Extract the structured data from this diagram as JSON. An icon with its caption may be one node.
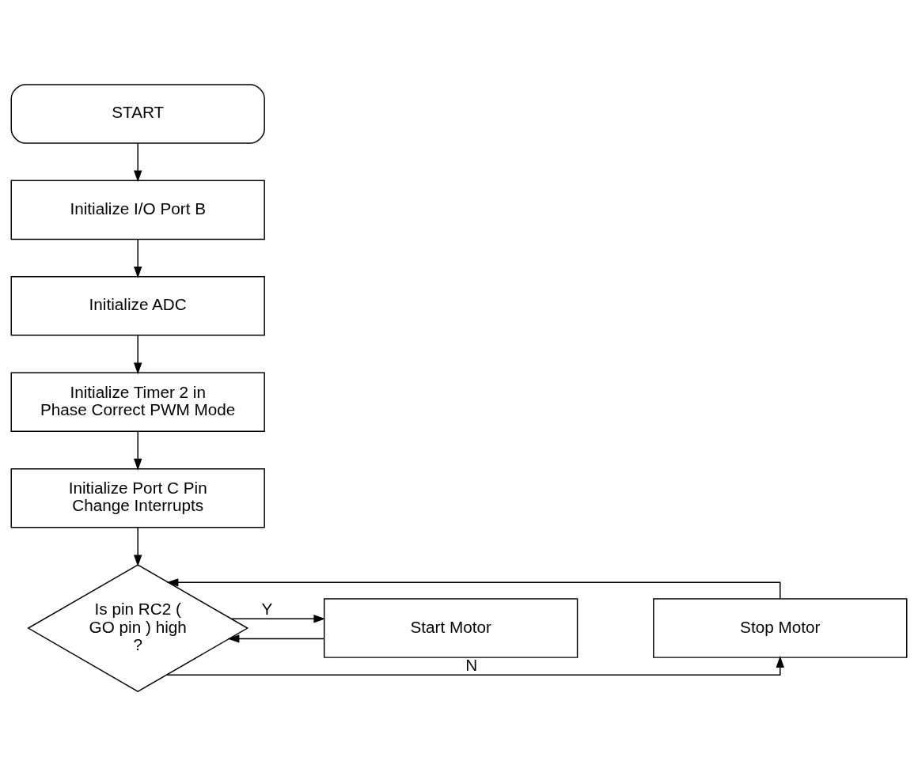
{
  "diagram": {
    "nodes": [
      {
        "text": [
          "START"
        ]
      },
      {
        "text": [
          "Initialize I/O Port B"
        ]
      },
      {
        "text": [
          "Initialize ADC"
        ]
      },
      {
        "text": [
          "Initialize Timer 2 in Phase Correct PWM Mode"
        ]
      },
      {
        "text": [
          "Initialize Port C Pin Change Interrupts"
        ]
      },
      {
        "text": [
          "Is pin RC2 ( GO pin ) high ?"
        ]
      },
      {
        "text": [
          "Stop Motor"
        ]
      },
      {
        "text": [
          "Start Motor"
        ]
      }
    ],
    "edges": [
      {
        "from": 0,
        "to": 1,
        "arrow": "to"
      },
      {
        "from": 1,
        "to": 2,
        "arrow": "to"
      },
      {
        "from": 2,
        "to": 3,
        "arrow": "to"
      },
      {
        "from": 3,
        "to": 4,
        "arrow": "to"
      },
      {
        "from": 4,
        "to": 5,
        "arrow": "to"
      },
      {
        "from": 5,
        "to": 6,
        "label": "N",
        "arrow": "to"
      },
      {
        "from": 5,
        "to": 7,
        "label": "Y",
        "arrow": "to"
      },
      {
        "from": 6,
        "to": 5,
        "arrow": "to"
      },
      {
        "from": 7,
        "to": 5,
        "arrow": "to"
      }
    ]
  }
}
